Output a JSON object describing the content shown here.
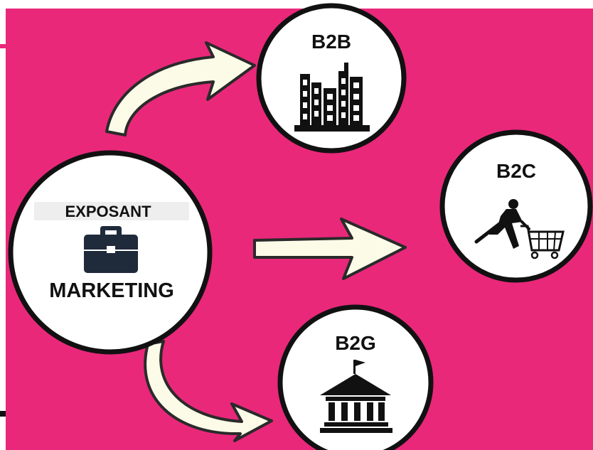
{
  "colors": {
    "background": "#e9287a",
    "node_fill": "#ffffff",
    "node_stroke": "#111111",
    "arrow_fill": "#fbfbe8",
    "icon": "#111111",
    "briefcase": "#1f2a3a"
  },
  "source": {
    "top_label": "EXPOSANT",
    "bottom_label": "MARKETING",
    "icon": "briefcase-icon"
  },
  "targets": [
    {
      "label": "B2B",
      "icon": "skyscrapers-icon"
    },
    {
      "label": "B2C",
      "icon": "shopper-with-cart-icon"
    },
    {
      "label": "B2G",
      "icon": "government-building-icon"
    }
  ]
}
